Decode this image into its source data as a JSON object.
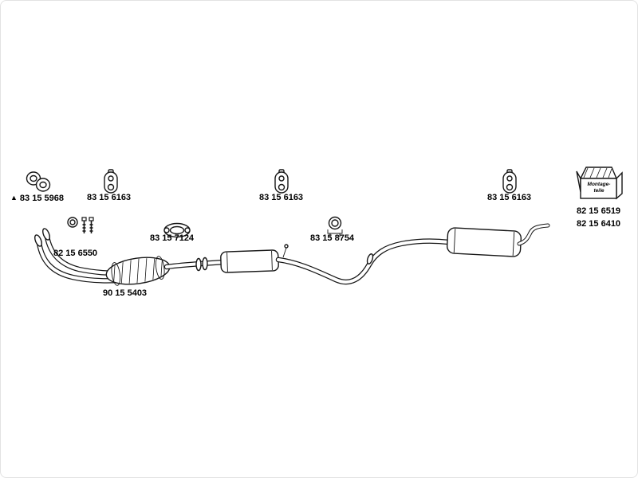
{
  "diagram": {
    "type": "exhaust-system-parts-diagram",
    "marker": "▲",
    "parts": {
      "front_gaskets": "83 15 5968",
      "hanger_left": "83 15 6163",
      "hanger_mid": "83 15 6163",
      "hanger_right": "83 15 6163",
      "bolt_kit": "82 15 6550",
      "flange_gasket": "83 15 7124",
      "clamp": "83 15 8754",
      "catalytic_converter": "90 15 5403",
      "mounting_kit_line1": "82 15 6519",
      "mounting_kit_line2": "82 15 6410"
    },
    "mounting_box": {
      "label_line1": "Montage-",
      "label_line2": "teile"
    }
  }
}
